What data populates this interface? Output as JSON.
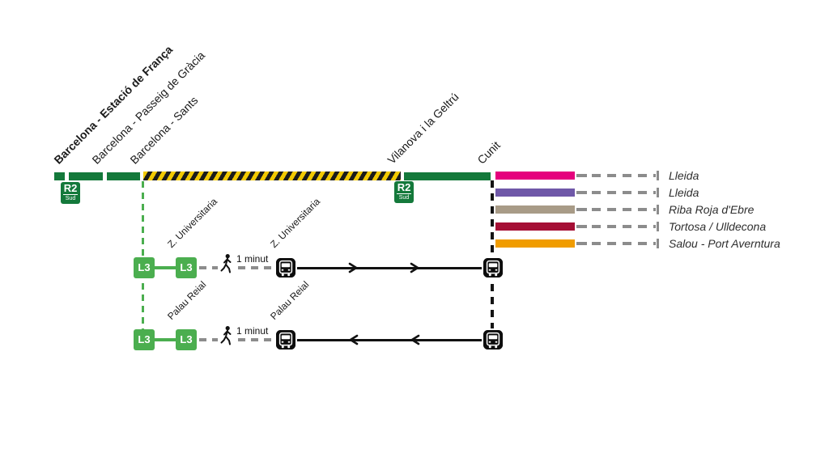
{
  "line_badge": {
    "line": "R2",
    "sub": "Sud"
  },
  "stations": [
    {
      "name": "Barcelona - Estació de França"
    },
    {
      "name": "Barcelona - Passeig de Gràcia"
    },
    {
      "name": "Barcelona - Sants"
    },
    {
      "name": "Vilanova i la Geltrú"
    },
    {
      "name": "Cunit"
    }
  ],
  "disruption": {
    "segment_from": "Barcelona - Sants",
    "segment_to": "Vilanova i la Geltrú",
    "hazard_yellow": "#F2C900",
    "hazard_black": "#1B1B1B"
  },
  "destinations": [
    {
      "label": "Lleida",
      "color": "#E5007D"
    },
    {
      "label": "Lleida",
      "color": "#6F58A8"
    },
    {
      "label": "Riba Roja d'Ebre",
      "color": "#A89B87"
    },
    {
      "label": "Tortosa / Ulldecona",
      "color": "#A50F35"
    },
    {
      "label": "Salou - Port Averntura",
      "color": "#F09C00"
    }
  ],
  "metro": {
    "badge_label": "L3",
    "walk_label": "1 minut",
    "rows": [
      {
        "station": "Z. Universitaria",
        "bus_stop": "Z. Universitaria",
        "direction": "right"
      },
      {
        "station": "Palau Reial",
        "bus_stop": "Palau Reial",
        "direction": "left"
      }
    ]
  },
  "icons": {
    "bus": "bus front pictogram in black rounded square",
    "walk": "pedestrian walking pictogram"
  },
  "colors": {
    "rail_green": "#14793B",
    "metro_green": "#4BAE4F",
    "dash_gray": "#8C8C8C",
    "route_black": "#111111"
  }
}
